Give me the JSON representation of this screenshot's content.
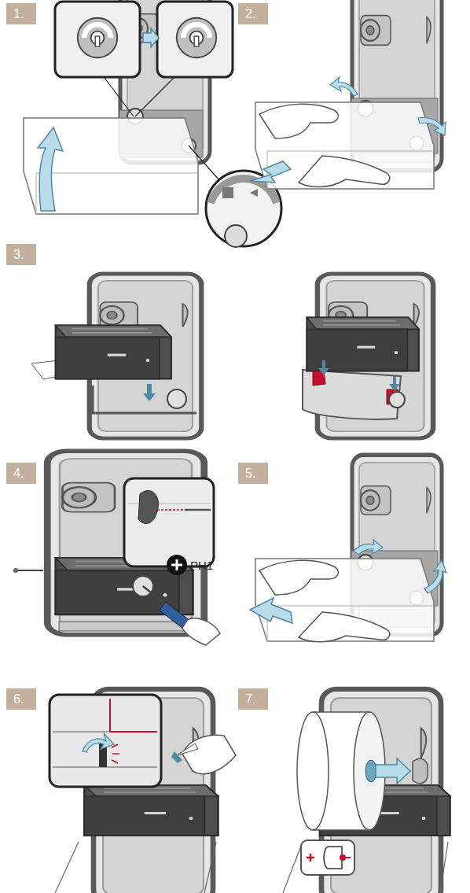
{
  "diagram": {
    "nodes": [
      {
        "text": [
          "1."
        ]
      },
      {
        "text": [
          "2."
        ]
      },
      {
        "text": [
          "3."
        ]
      },
      {
        "text": [
          "4."
        ]
      },
      {
        "text": [
          "5."
        ]
      },
      {
        "text": [
          "6."
        ]
      },
      {
        "text": [
          "7."
        ]
      }
    ],
    "labels": [
      "PH1"
    ]
  }
}
